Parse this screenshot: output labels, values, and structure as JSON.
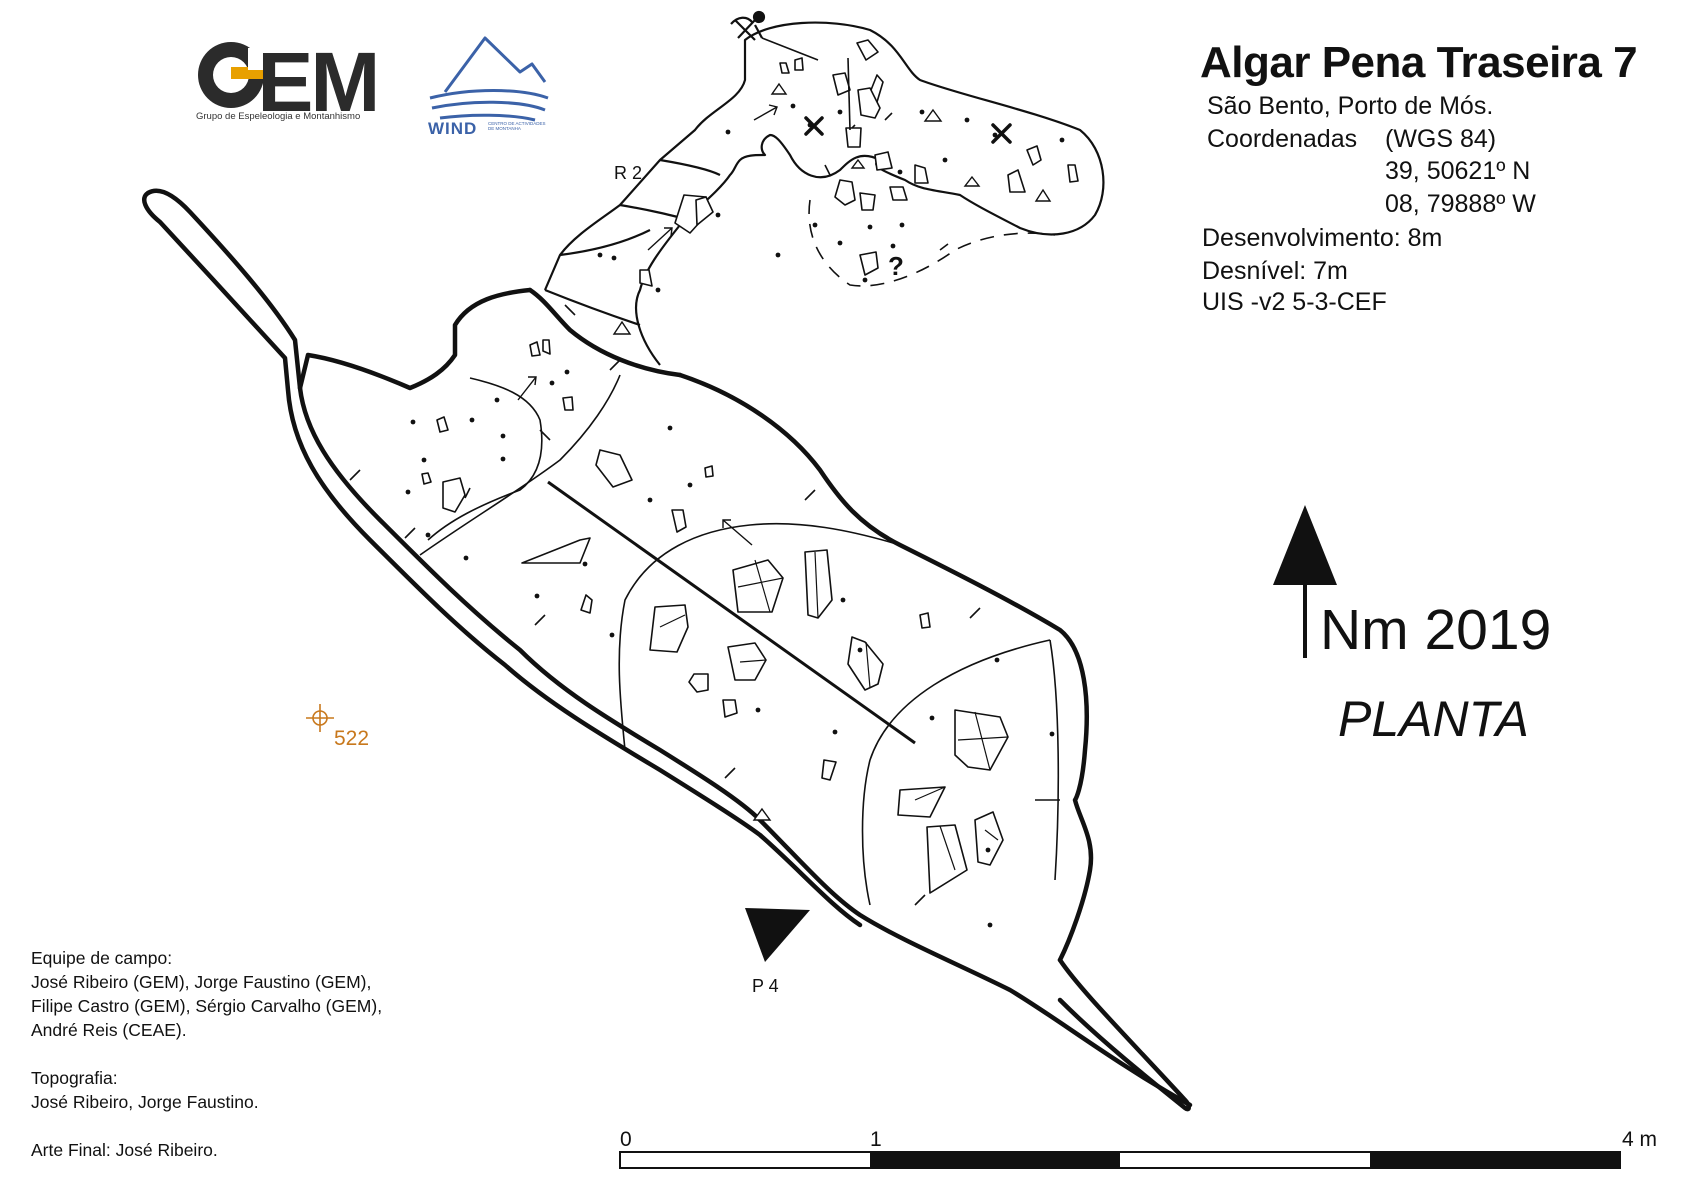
{
  "title": "Algar Pena Traseira 7",
  "location": "São Bento, Porto de Mós.",
  "coordinates_label": "Coordenadas",
  "datum": "(WGS 84)",
  "latitude": "39, 50621º N",
  "longitude": "08, 79888º W",
  "development": "Desenvolvimento: 8m",
  "vertical_range": "Desnível:  7m",
  "uis_code": "UIS -v2 5-3-CEF",
  "north_label": "Nm 2019",
  "view_label": "PLANTA",
  "stations": {
    "r2": "R 2",
    "p4": "P 4"
  },
  "unknown_marker": "?",
  "elevation_marker": "522",
  "scale": {
    "label_0": "0",
    "label_1": "1",
    "label_end": "4 m"
  },
  "credits": {
    "team_heading": "Equipe de campo:",
    "team_line1": "José Ribeiro (GEM), Jorge Faustino (GEM),",
    "team_line2": "Filipe Castro (GEM), Sérgio Carvalho (GEM),",
    "team_line3": "André Reis (CEAE).",
    "topo_heading": "Topografia:",
    "topo_names": "José Ribeiro, Jorge Faustino.",
    "art": "Arte Final: José Ribeiro."
  },
  "logos": {
    "gem_prefix": "G",
    "gem_rest": "EM",
    "gem_subtitle": "Grupo de Espeleologia e Montanhismo",
    "wind": "WIND",
    "wind_subtitle": "CENTRO DE ACTIVIDADES DE MONTANHA"
  },
  "colors": {
    "ink": "#111111",
    "elevation": "#c8781c",
    "gem_accent": "#e8a000",
    "wind_blue": "#3b62a8"
  }
}
